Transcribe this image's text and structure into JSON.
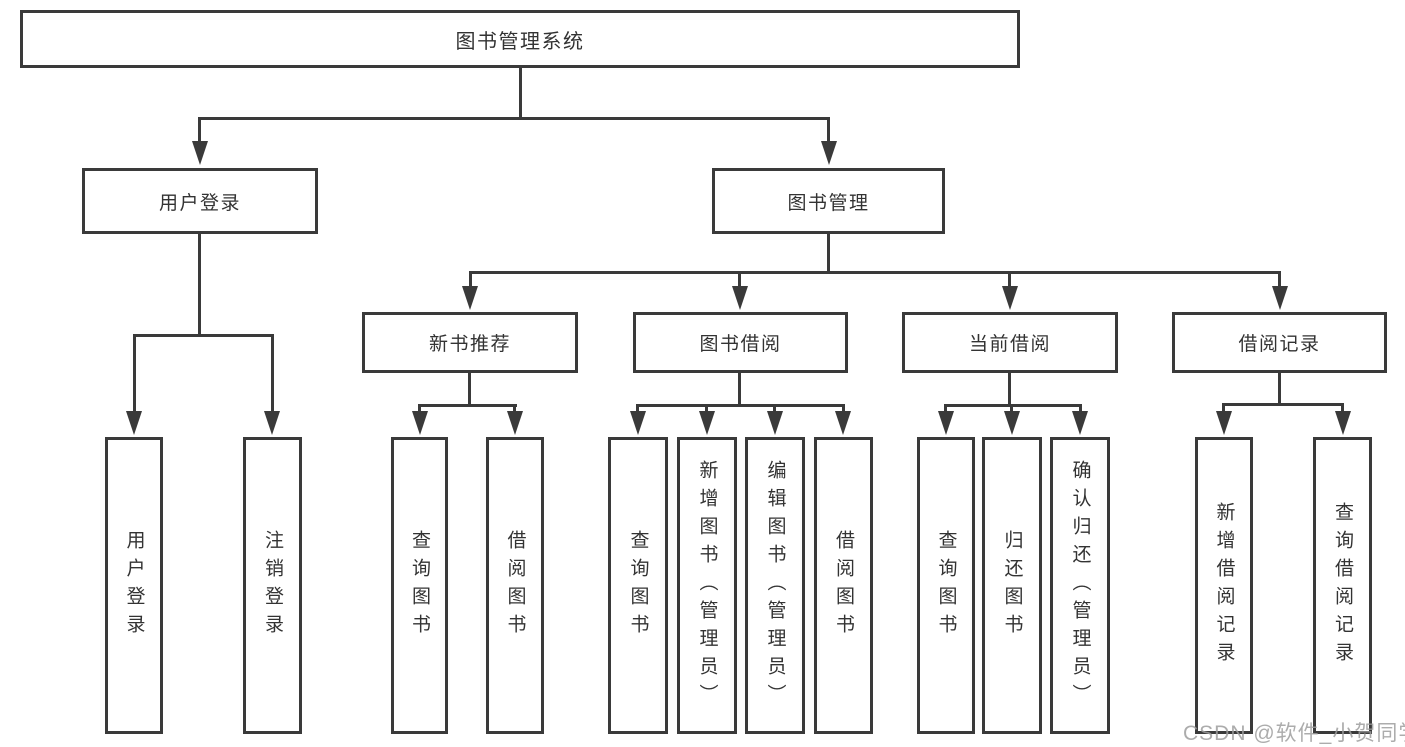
{
  "diagram_title": "图书管理系统",
  "colors": {
    "background": "#ffffff",
    "line": "#3a3a3a",
    "box_border": "#3a3a3a",
    "text": "#333333",
    "watermark": "#9e9e9e"
  },
  "nodes": {
    "root": {
      "label": "图书管理系统"
    },
    "user_login": {
      "label": "用户登录"
    },
    "book_management": {
      "label": "图书管理"
    },
    "new_book_recommend": {
      "label": "新书推荐"
    },
    "book_borrow": {
      "label": "图书借阅"
    },
    "current_borrow": {
      "label": "当前借阅"
    },
    "borrow_records": {
      "label": "借阅记录"
    },
    "login": {
      "label": "用户登录"
    },
    "logout": {
      "label": "注销登录"
    },
    "recommend_query_books": {
      "label": "查询图书"
    },
    "recommend_borrow_books": {
      "label": "借阅图书"
    },
    "borrow_query_books": {
      "label": "查询图书"
    },
    "borrow_add_books": {
      "label": "新增图书（管理员）"
    },
    "borrow_edit_books": {
      "label": "编辑图书（管理员）"
    },
    "borrow_borrow_books": {
      "label": "借阅图书"
    },
    "current_query_books": {
      "label": "查询图书"
    },
    "current_return_books": {
      "label": "归还图书"
    },
    "current_confirm_return": {
      "label": "确认归还（管理员）"
    },
    "records_add_record": {
      "label": "新增借阅记录"
    },
    "records_query_record": {
      "label": "查询借阅记录"
    }
  },
  "hierarchy": {
    "root": "图书管理系统",
    "children": [
      {
        "label": "用户登录",
        "children": [
          "用户登录",
          "注销登录"
        ]
      },
      {
        "label": "图书管理",
        "children": [
          {
            "label": "新书推荐",
            "children": [
              "查询图书",
              "借阅图书"
            ]
          },
          {
            "label": "图书借阅",
            "children": [
              "查询图书",
              "新增图书（管理员）",
              "编辑图书（管理员）",
              "借阅图书"
            ]
          },
          {
            "label": "当前借阅",
            "children": [
              "查询图书",
              "归还图书",
              "确认归还（管理员）"
            ]
          },
          {
            "label": "借阅记录",
            "children": [
              "新增借阅记录",
              "查询借阅记录"
            ]
          }
        ]
      }
    ]
  },
  "watermark": {
    "text": "CSDN @软件_小贺同学"
  }
}
